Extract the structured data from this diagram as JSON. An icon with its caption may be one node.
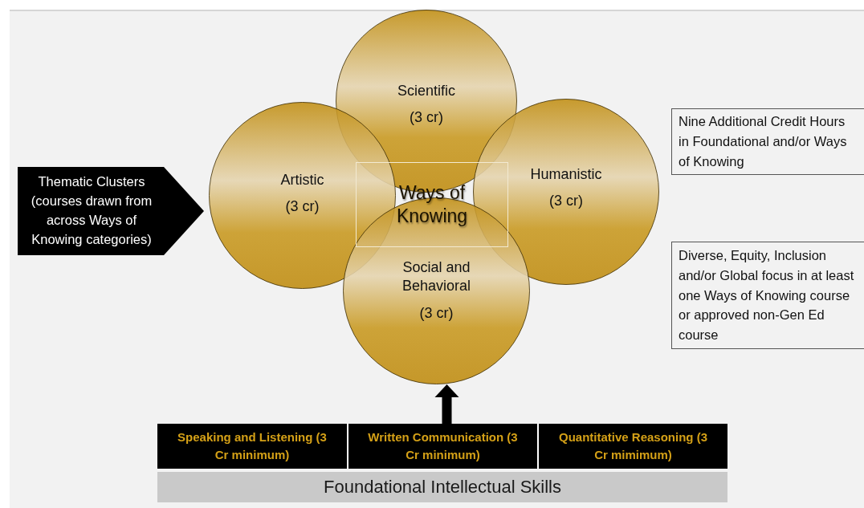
{
  "diagram": {
    "nodes": [
      {
        "text": [
          "Scientific",
          "(3 cr)"
        ]
      },
      {
        "text": [
          "Artistic",
          "(3 cr)"
        ]
      },
      {
        "text": [
          "Humanistic",
          "(3 cr)"
        ]
      },
      {
        "text": [
          "Ways of Knowing"
        ]
      },
      {
        "text": [
          "Social and Behavioral",
          "(3 cr)"
        ]
      },
      {
        "text": [
          "Thematic Clusters (courses drawn from across Ways of Knowing categories)"
        ]
      },
      {
        "text": [
          "Nine Additional Credit Hours in Foundational and/or Ways of Knowing"
        ]
      },
      {
        "text": [
          "Diverse, Equity, Inclusion and/or Global focus in at least one Ways of Knowing course or approved non-Gen Ed course"
        ]
      },
      {
        "text": [
          "Speaking and Listening (3 Cr minimum)"
        ]
      },
      {
        "text": [
          "Written Communication (3 Cr minimum)"
        ]
      },
      {
        "text": [
          "Quantitative Reasoning (3 Cr mimimum)"
        ]
      },
      {
        "text": [
          "Foundational Intellectual Skills"
        ]
      }
    ],
    "edges": [
      {
        "from": 9,
        "to": 4,
        "arrow": "to",
        "style": "thick"
      }
    ]
  }
}
